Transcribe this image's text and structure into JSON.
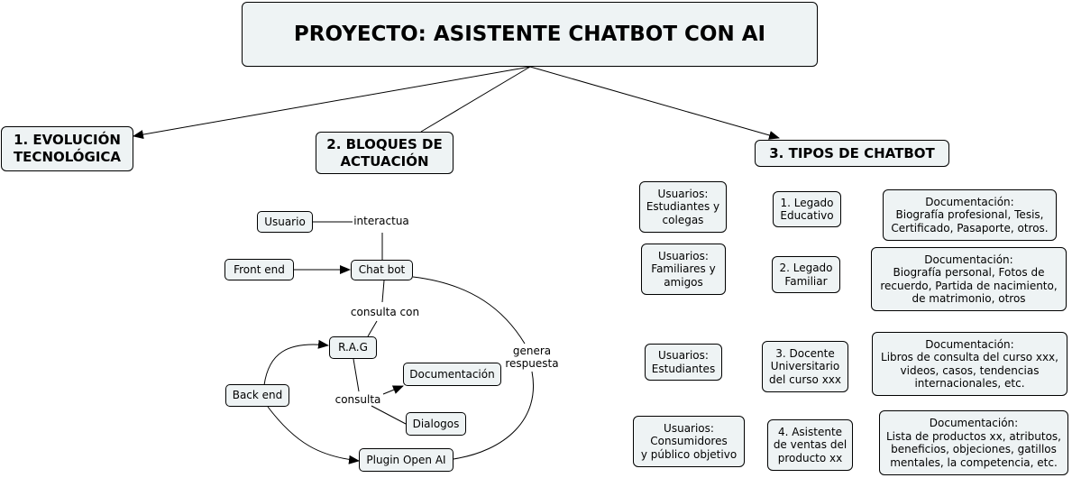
{
  "title": "PROYECTO: ASISTENTE CHATBOT CON AI",
  "headings": {
    "evolucion": "1. EVOLUCIÓN\nTECNOLÓGICA",
    "bloques": "2. BLOQUES DE\nACTUACIÓN",
    "tipos": "3. TIPOS DE CHATBOT"
  },
  "bloques": {
    "usuario": "Usuario",
    "interactua": "interactua",
    "front_end": "Front end",
    "chat_bot": "Chat bot",
    "consulta_con": "consulta con",
    "rag": "R.A.G",
    "genera_respuesta": "genera\nrespuesta",
    "documentacion": "Documentación",
    "back_end": "Back end",
    "consulta": "consulta",
    "dialogos": "Dialogos",
    "plugin": "Plugin Open AI"
  },
  "tipos": [
    {
      "usuarios": "Usuarios:\nEstudiantes y\ncolegas",
      "tipo": "1. Legado\nEducativo",
      "documentacion": "Documentación:\nBiografía profesional, Tesis,\nCertificado, Pasaporte, otros."
    },
    {
      "usuarios": "Usuarios:\nFamiliares y\namigos",
      "tipo": "2. Legado\nFamiliar",
      "documentacion": "Documentación:\nBiografía personal, Fotos de\nrecuerdo, Partida de nacimiento,\nde matrimonio, otros"
    },
    {
      "usuarios": "Usuarios:\nEstudiantes",
      "tipo": "3. Docente\nUniversitario\ndel curso xxx",
      "documentacion": "Documentación:\nLibros de consulta del curso xxx,\nvideos, casos, tendencias\ninternacionales, etc."
    },
    {
      "usuarios": "Usuarios:\nConsumidores\ny público objetivo",
      "tipo": "4. Asistente\nde ventas del\nproducto xx",
      "documentacion": "Documentación:\nLista de productos xx, atributos,\nbeneficios, objeciones, gatillos\nmentales, la competencia, etc."
    }
  ],
  "colors": {
    "node_fill": "#eef3f4",
    "stroke": "#000000"
  }
}
